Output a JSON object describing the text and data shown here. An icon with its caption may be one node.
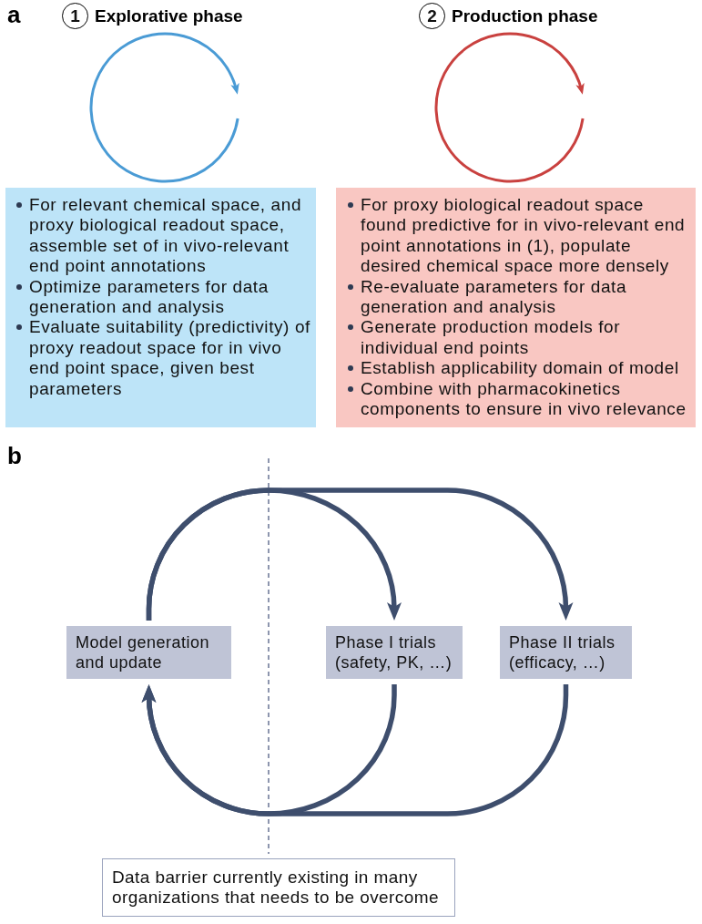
{
  "diagram": {
    "nodes": [
      {
        "text": [
          "1"
        ],
        "beside": [
          "Explorative phase"
        ]
      },
      {
        "text": [
          "For relevant chemical space, and proxy biological readout space, assemble set of in vivo-relevant end point annotations",
          "Optimize parameters for data generation and analysis",
          "Evaluate suitability (predictivity) of proxy readout space for in vivo end point space, given best parameters"
        ]
      },
      {
        "text": [
          "2"
        ],
        "beside": [
          "Production phase"
        ]
      },
      {
        "text": [
          "For proxy biological readout space found predictive for in vivo-relevant end point annotations in (1), populate desired chemical space more densely",
          "Re-evaluate parameters for data generation and analysis",
          "Generate production models for individual end points",
          "Establish applicability domain of model",
          "Combine with pharmacokinetics components to ensure in vivo relevance"
        ]
      },
      {
        "text": [
          "Model generation and update"
        ]
      },
      {
        "text": [
          "Phase I trials (safety, PK, …)"
        ]
      },
      {
        "text": [
          "Phase II trials (efficacy, …)"
        ]
      },
      {
        "text": [
          "Data barrier currently existing in many organizations that needs to be overcome"
        ]
      }
    ],
    "edges": [
      {
        "from": 4,
        "to": 5,
        "arrow": "to"
      },
      {
        "from": 4,
        "to": 6,
        "arrow": "to"
      },
      {
        "from": 5,
        "to": 4,
        "arrow": "to"
      },
      {
        "from": 6,
        "to": 4,
        "arrow": "to"
      }
    ],
    "labels": [
      "a",
      "b"
    ]
  }
}
